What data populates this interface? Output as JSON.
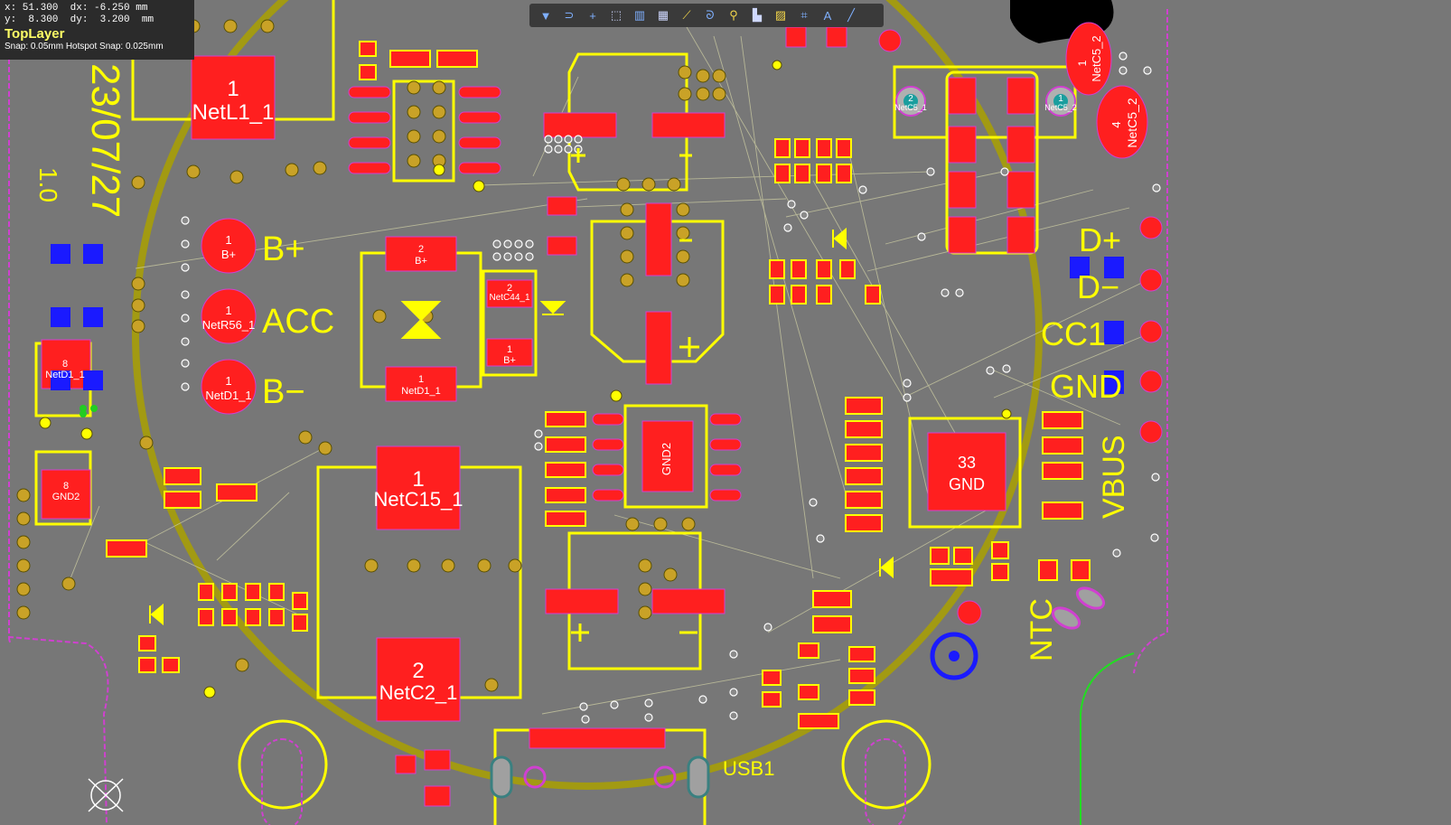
{
  "hud": {
    "x": "x: 51.300",
    "dx": "dx: -6.250 mm",
    "y": "y:  8.300",
    "dy": "dy:  3.200  mm",
    "layer": "TopLayer",
    "snap": "Snap: 0.05mm Hotspot Snap: 0.025mm"
  },
  "toolbar": {
    "icons": [
      "filter-icon",
      "route-icon",
      "crosshair-icon",
      "select-rect-icon",
      "align-icon",
      "component-icon",
      "interactive-route-icon",
      "diff-pair-icon",
      "via-icon",
      "fill-icon",
      "region-icon",
      "dimension-icon",
      "text-icon",
      "line-icon"
    ],
    "glyphs": [
      "▼",
      "⊃",
      "+",
      "⬚",
      "▥",
      "▦",
      "⟋",
      "ᘐ",
      "⚲",
      "▙",
      "▨",
      "⌗",
      "A",
      "╱"
    ]
  },
  "board": {
    "date_text": "23/07/27",
    "version_text": "1.0",
    "labels": {
      "bplus": "B+",
      "acc": "ACC",
      "bminus": "B−",
      "dplus": "D+",
      "dminus": "D−",
      "cc1": "CC1",
      "gnd": "GND",
      "vbus": "VBUS",
      "ntc": "NTC",
      "usb": "USB1"
    },
    "pads": {
      "netl1": [
        "1",
        "NetL1_1"
      ],
      "netc15": [
        "1",
        "NetC15_1"
      ],
      "netc2": [
        "2",
        "NetC2_1"
      ],
      "bp1": [
        "1",
        "B+"
      ],
      "netr56": [
        "1",
        "NetR56_1"
      ],
      "netd1a": [
        "1",
        "NetD1_1"
      ],
      "u_bp": [
        "2",
        "B+"
      ],
      "u_netd1": [
        "1",
        "NetD1_1"
      ],
      "netc44": [
        "2",
        "NetC44_1"
      ],
      "c_bp": [
        "1",
        "B+"
      ],
      "gnd2_ic": "GND2",
      "pin33": [
        "33",
        "GND"
      ],
      "left8a": [
        "8",
        "NetD1_1"
      ],
      "left8b": [
        "8",
        "GND2"
      ],
      "netc5_1": [
        "2",
        "NetC5_1"
      ],
      "netc5_2a": [
        "1",
        "NetC5_2"
      ],
      "netc5_2b": [
        "1",
        "NetC5_2"
      ],
      "netc5_2c": [
        "4",
        "NetC5_2"
      ]
    }
  },
  "colors": {
    "board": "#777777",
    "pad": "#ff1f1f",
    "silk": "#ffff00",
    "bottom_pad": "#1a1aff",
    "via": "#c9a227",
    "ratsnest": "#c8c8a0",
    "outline": "#d040d0"
  }
}
